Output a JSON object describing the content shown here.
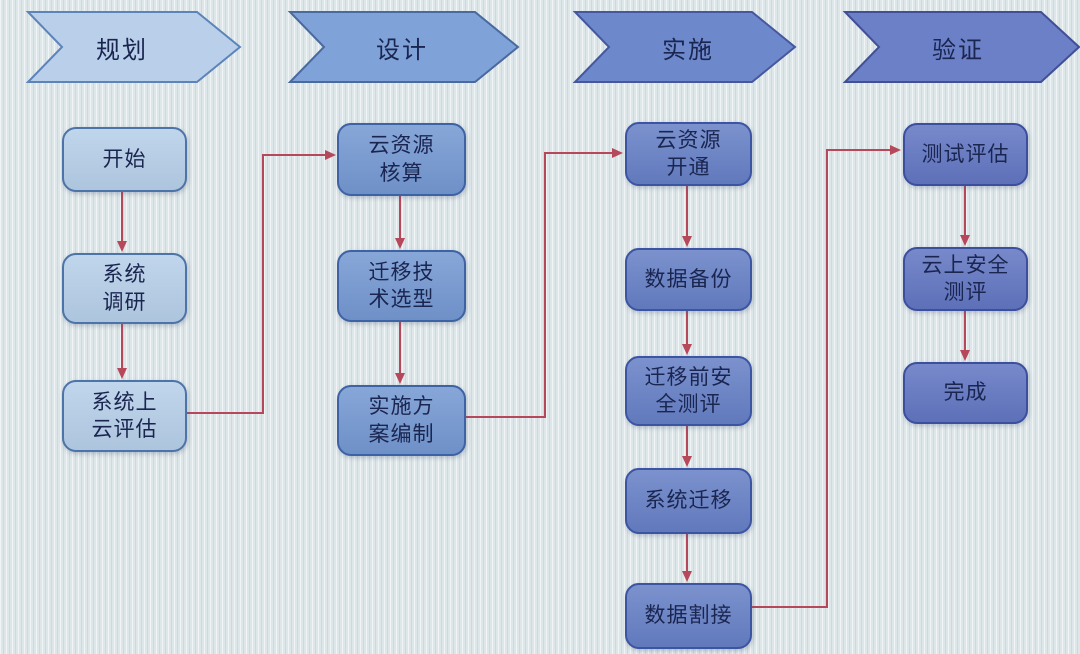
{
  "phases": [
    {
      "label": "规划",
      "fill": "#bacfe9",
      "border": "#5c84ba"
    },
    {
      "label": "设计",
      "fill": "#7fa2d8",
      "border": "#49699f"
    },
    {
      "label": "实施",
      "fill": "#6d89cc",
      "border": "#44579f"
    },
    {
      "label": "验证",
      "fill": "#6b80c7",
      "border": "#414f96"
    }
  ],
  "columns": [
    {
      "phase": "规划",
      "boxes": [
        {
          "id": "start",
          "label": "开始"
        },
        {
          "id": "system-research",
          "label": "系统\n调研"
        },
        {
          "id": "cloud-readiness-assessment",
          "label": "系统上\n云评估"
        }
      ]
    },
    {
      "phase": "设计",
      "boxes": [
        {
          "id": "cloud-resource-accounting",
          "label": "云资源\n核算"
        },
        {
          "id": "migration-tech-selection",
          "label": "迁移技\n术选型"
        },
        {
          "id": "implementation-plan",
          "label": "实施方\n案编制"
        }
      ]
    },
    {
      "phase": "实施",
      "boxes": [
        {
          "id": "cloud-resource-provisioning",
          "label": "云资源\n开通"
        },
        {
          "id": "data-backup",
          "label": "数据备份"
        },
        {
          "id": "pre-migration-security-assessment",
          "label": "迁移前安\n全测评"
        },
        {
          "id": "system-migration",
          "label": "系统迁移"
        },
        {
          "id": "data-cutover",
          "label": "数据割接"
        }
      ]
    },
    {
      "phase": "验证",
      "boxes": [
        {
          "id": "test-evaluation",
          "label": "测试评估"
        },
        {
          "id": "cloud-security-assessment",
          "label": "云上安全\n测评"
        },
        {
          "id": "complete",
          "label": "完成"
        }
      ]
    }
  ],
  "edges": [
    {
      "from": "start",
      "to": "system-research"
    },
    {
      "from": "system-research",
      "to": "cloud-readiness-assessment"
    },
    {
      "from": "cloud-readiness-assessment",
      "to": "cloud-resource-accounting"
    },
    {
      "from": "cloud-resource-accounting",
      "to": "migration-tech-selection"
    },
    {
      "from": "migration-tech-selection",
      "to": "implementation-plan"
    },
    {
      "from": "implementation-plan",
      "to": "cloud-resource-provisioning"
    },
    {
      "from": "cloud-resource-provisioning",
      "to": "data-backup"
    },
    {
      "from": "data-backup",
      "to": "pre-migration-security-assessment"
    },
    {
      "from": "pre-migration-security-assessment",
      "to": "system-migration"
    },
    {
      "from": "system-migration",
      "to": "data-cutover"
    },
    {
      "from": "data-cutover",
      "to": "test-evaluation"
    },
    {
      "from": "test-evaluation",
      "to": "cloud-security-assessment"
    },
    {
      "from": "cloud-security-assessment",
      "to": "complete"
    }
  ],
  "colors": {
    "background": "#dde6e8",
    "connector_red": "#b5495b",
    "text_ink": "#1a2550",
    "box_col1_fill": "#b6cfe9",
    "box_col1_border": "#4d74a8",
    "box_col2_fill": "#7498d2",
    "box_col2_border": "#3d63a4",
    "box_col3_fill": "#6680c6",
    "box_col3_border": "#3c55a2",
    "box_col4_fill": "#6276c2",
    "box_col4_border": "#3c4f9e"
  }
}
